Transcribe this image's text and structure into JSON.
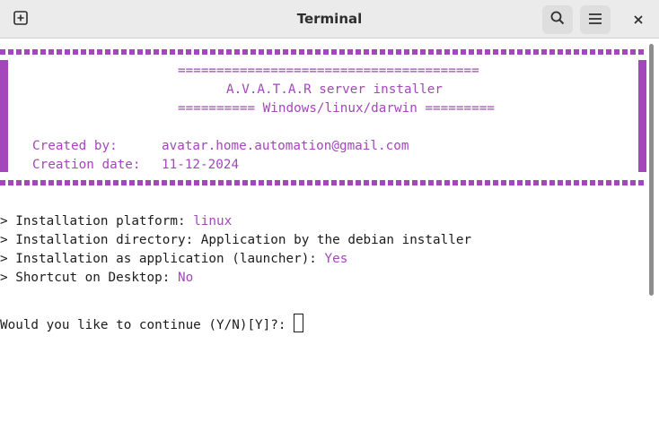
{
  "window": {
    "title": "Terminal"
  },
  "header": {
    "new_tab_icon": "new-tab-icon",
    "search_icon": "search-icon",
    "menu_icon": "hamburger-menu-icon",
    "close_icon": "close-icon"
  },
  "banner": {
    "rule_top": "=======================================",
    "title": "A.V.A.T.A.R server installer",
    "platforms": "========== Windows/linux/darwin =========",
    "created_by_label": "Created by:",
    "created_by_value": "avatar.home.automation@gmail.com",
    "creation_date_label": "Creation date:",
    "creation_date_value": "11-12-2024"
  },
  "settings": [
    {
      "label": "> Installation platform: ",
      "value": "linux"
    },
    {
      "label": "> Installation directory: Application by the debian installer",
      "value": ""
    },
    {
      "label": "> Installation as application (launcher): ",
      "value": "Yes"
    },
    {
      "label": "> Shortcut on Desktop: ",
      "value": "No"
    }
  ],
  "prompt": "Would you like to continue (Y/N)[Y]?: ",
  "colors": {
    "accent": "#a347ba",
    "text": "#1c1c1c",
    "header_bg": "#ebebeb"
  }
}
